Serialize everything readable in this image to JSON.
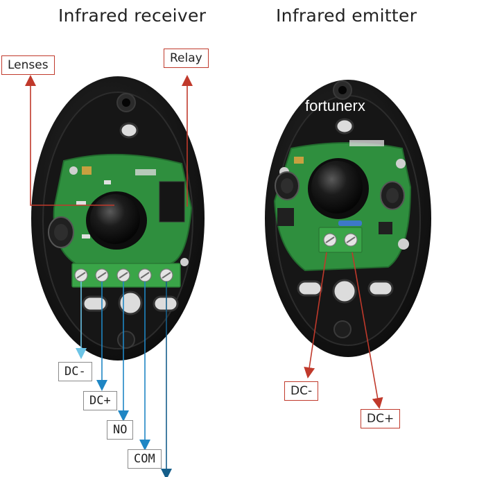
{
  "titles": {
    "receiver": "Infrared receiver",
    "emitter": "Infrared emitter"
  },
  "watermark": "fortunerx",
  "receiver_labels": {
    "lenses": "Lenses",
    "relay": "Relay",
    "dc_minus": "DC-",
    "dc_plus": "DC+",
    "no": "NO",
    "com": "COM"
  },
  "emitter_labels": {
    "dc_minus": "DC-",
    "dc_plus": "DC+"
  },
  "colors": {
    "housing": "#121212",
    "pcb": "#2f8f3e",
    "terminal": "#3aa548",
    "callout_red": "#c0392b",
    "wire_light_blue": "#6cc4e6",
    "wire_blue": "#1f86c4",
    "wire_dark_blue": "#155e8a"
  }
}
